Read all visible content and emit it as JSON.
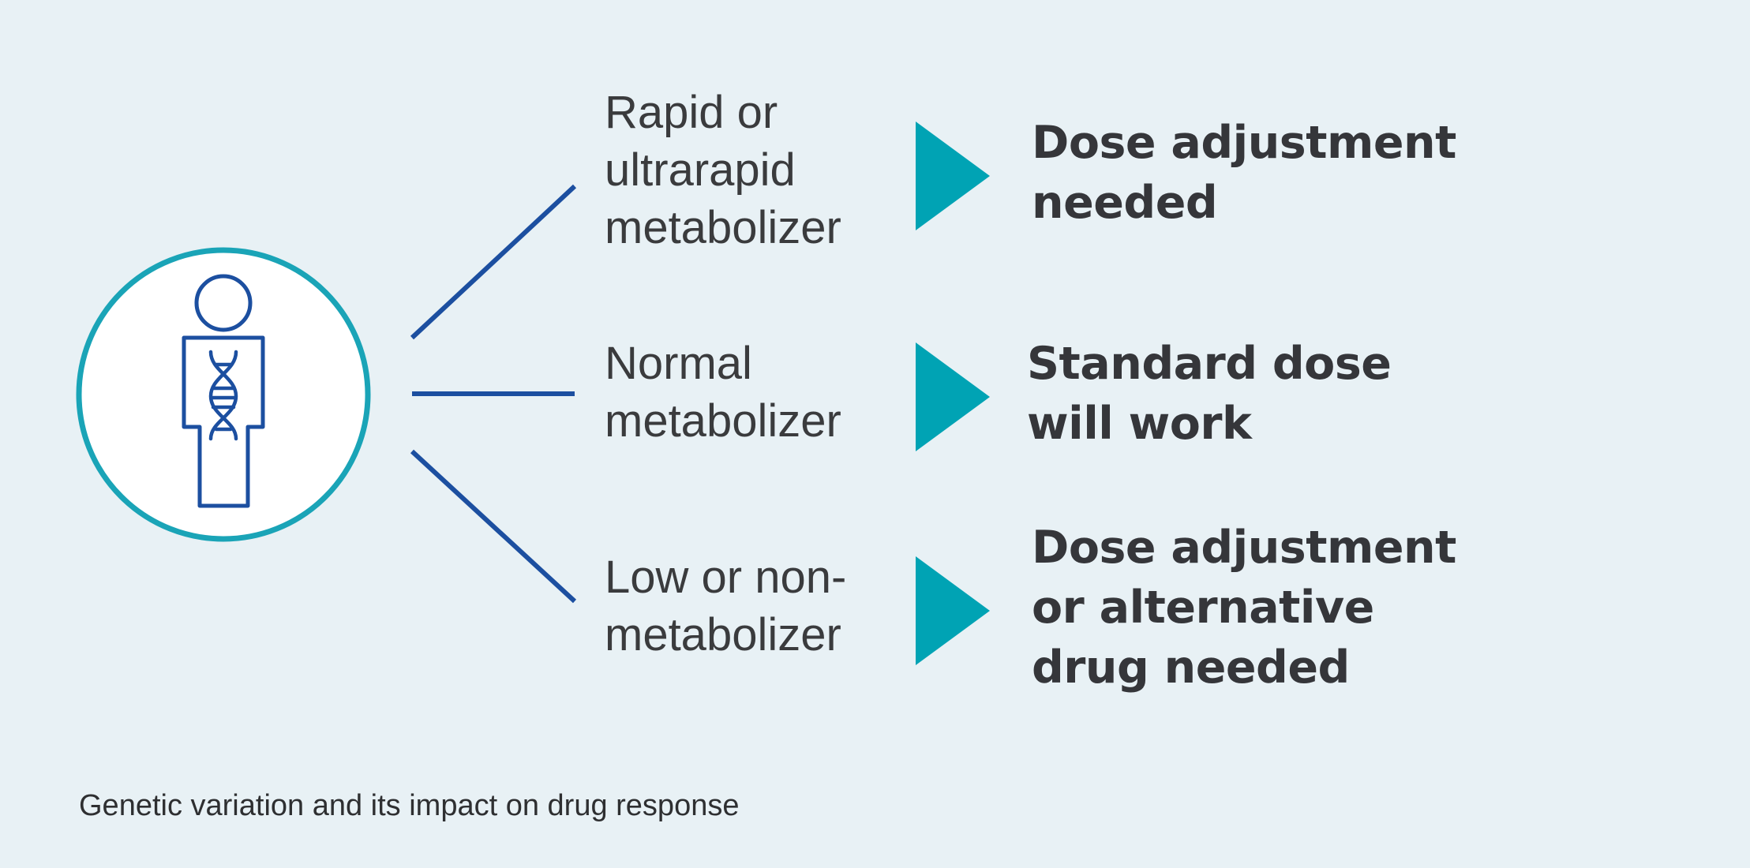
{
  "colors": {
    "background": "#e8f1f5",
    "circle_border": "#1aa4b7",
    "figure_stroke": "#1c4fa0",
    "connector": "#1c4fa0",
    "arrow": "#00a3b4",
    "text": "#3a3b3d"
  },
  "icons": {
    "person": "person-with-dna-icon",
    "arrow": "triangle-right-icon"
  },
  "branches": [
    {
      "metabolizer": "Rapid or\nultrarapid\nmetabolizer",
      "outcome": "Dose adjustment\nneeded"
    },
    {
      "metabolizer": "Normal\nmetabolizer",
      "outcome": "Standard dose\nwill work"
    },
    {
      "metabolizer": "Low or non-\nmetabolizer",
      "outcome": "Dose adjustment\nor alternative\ndrug needed"
    }
  ],
  "caption": "Genetic variation and its impact on drug response"
}
